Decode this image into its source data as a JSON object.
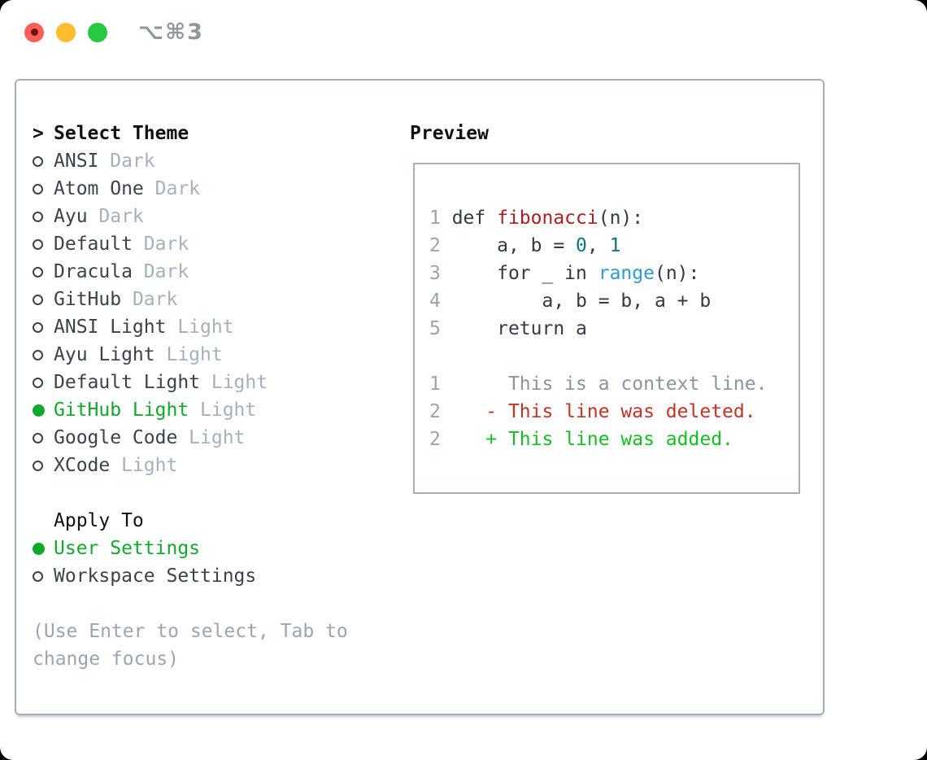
{
  "colors": {
    "accent_green": "#0FA92D",
    "added_green": "#14BE23",
    "deleted_red": "#C53226",
    "func_red": "#AE1E20",
    "number_teal": "#0E7580",
    "builtin_blue": "#2D9AD3",
    "code_dark": "#333A43",
    "gutter_gray": "#9AA4AF",
    "context_gray": "#8A949D",
    "name_dark": "#3A424B",
    "variant_gray": "#A6B0BC",
    "hint_gray": "#9AA5B1",
    "border_gray": "#A7AFB9",
    "title_gray": "#8F969C",
    "headline_black": "#0E1116",
    "traffic_red": "#FF5F57",
    "traffic_red_dot": "#7A0F0F",
    "traffic_yellow": "#FEBC2E",
    "traffic_green": "#28C840"
  },
  "titlebar": {
    "title": "⌥⌘3"
  },
  "theme_panel": {
    "cursor": ">",
    "title": "Select Theme",
    "items": [
      {
        "name": "ANSI",
        "variant": "Dark",
        "selected": false
      },
      {
        "name": "Atom One",
        "variant": "Dark",
        "selected": false
      },
      {
        "name": "Ayu",
        "variant": "Dark",
        "selected": false
      },
      {
        "name": "Default",
        "variant": "Dark",
        "selected": false
      },
      {
        "name": "Dracula",
        "variant": "Dark",
        "selected": false
      },
      {
        "name": "GitHub",
        "variant": "Dark",
        "selected": false
      },
      {
        "name": "ANSI Light",
        "variant": "Light",
        "selected": false
      },
      {
        "name": "Ayu Light",
        "variant": "Light",
        "selected": false
      },
      {
        "name": "Default Light",
        "variant": "Light",
        "selected": false
      },
      {
        "name": "GitHub Light",
        "variant": "Light",
        "selected": true
      },
      {
        "name": "Google Code",
        "variant": "Light",
        "selected": false
      },
      {
        "name": "XCode",
        "variant": "Light",
        "selected": false
      }
    ],
    "apply_to": {
      "title": "Apply To",
      "options": [
        {
          "label": "User Settings",
          "selected": true
        },
        {
          "label": "Workspace Settings",
          "selected": false
        }
      ]
    },
    "hint_line1": "(Use Enter to select, Tab to",
    "hint_line2": "change focus)"
  },
  "preview": {
    "title": "Preview",
    "code_lines": [
      {
        "num": "1",
        "tokens": [
          {
            "text": "def ",
            "color": "code"
          },
          {
            "text": "fibonacci",
            "color": "func"
          },
          {
            "text": "(n):",
            "color": "code"
          }
        ]
      },
      {
        "num": "2",
        "tokens": [
          {
            "text": "    a, b = ",
            "color": "code"
          },
          {
            "text": "0",
            "color": "number"
          },
          {
            "text": ", ",
            "color": "code"
          },
          {
            "text": "1",
            "color": "number"
          }
        ]
      },
      {
        "num": "3",
        "tokens": [
          {
            "text": "    for _ in ",
            "color": "code"
          },
          {
            "text": "range",
            "color": "builtin"
          },
          {
            "text": "(n):",
            "color": "code"
          }
        ]
      },
      {
        "num": "4",
        "tokens": [
          {
            "text": "        a, b = b, a + b",
            "color": "code"
          }
        ]
      },
      {
        "num": "5",
        "tokens": [
          {
            "text": "    return a",
            "color": "code"
          }
        ]
      }
    ],
    "diff_lines": [
      {
        "num": "1",
        "tokens": [
          {
            "text": "     This is a context line.",
            "color": "context"
          }
        ]
      },
      {
        "num": "2",
        "tokens": [
          {
            "text": "   - This line was deleted.",
            "color": "deleted"
          }
        ]
      },
      {
        "num": "2",
        "tokens": [
          {
            "text": "   + This line was added.",
            "color": "added"
          }
        ]
      }
    ]
  }
}
